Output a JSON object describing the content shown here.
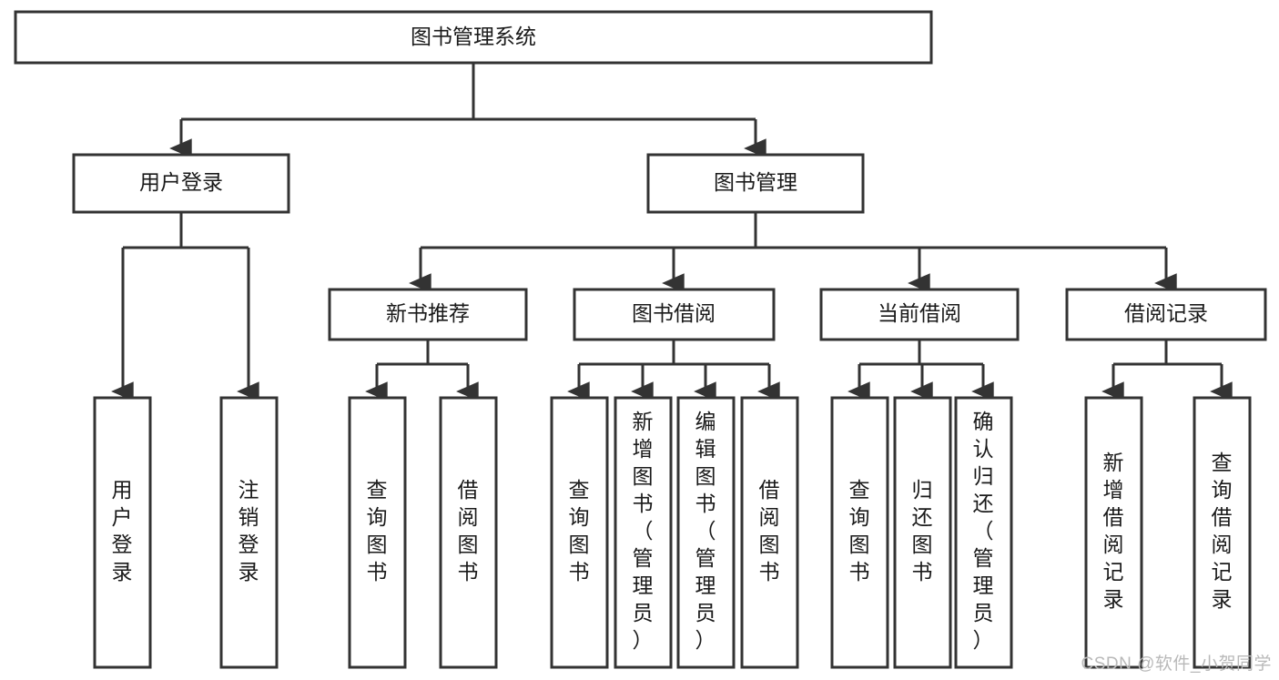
{
  "diagram": {
    "type": "tree-hierarchy",
    "title": "图书管理系统",
    "orientation": "top-down",
    "colors": {
      "stroke": "#333333",
      "fill": "#ffffff",
      "text": "#1a1a1a",
      "watermark": "#b9b9b9"
    },
    "root": {
      "id": "root",
      "label": "图书管理系统"
    },
    "level2": [
      {
        "id": "user-login",
        "label": "用户登录"
      },
      {
        "id": "book-manage",
        "label": "图书管理"
      }
    ],
    "level3": [
      {
        "id": "new-book-recommend",
        "label": "新书推荐",
        "parent": "book-manage"
      },
      {
        "id": "book-borrow",
        "label": "图书借阅",
        "parent": "book-manage"
      },
      {
        "id": "current-borrow",
        "label": "当前借阅",
        "parent": "book-manage"
      },
      {
        "id": "borrow-record",
        "label": "借阅记录",
        "parent": "book-manage"
      }
    ],
    "leaves": [
      {
        "id": "leaf-user-login",
        "label": "用户登录",
        "parent": "user-login"
      },
      {
        "id": "leaf-logout-login",
        "label": "注销登录",
        "parent": "user-login"
      },
      {
        "id": "leaf-query-book-1",
        "label": "查询图书",
        "parent": "new-book-recommend"
      },
      {
        "id": "leaf-borrow-book-1",
        "label": "借阅图书",
        "parent": "new-book-recommend"
      },
      {
        "id": "leaf-query-book-2",
        "label": "查询图书",
        "parent": "book-borrow"
      },
      {
        "id": "leaf-add-book",
        "label": "新增图书（管理员）",
        "parent": "book-borrow"
      },
      {
        "id": "leaf-edit-book",
        "label": "编辑图书（管理员）",
        "parent": "book-borrow"
      },
      {
        "id": "leaf-borrow-book-2",
        "label": "借阅图书",
        "parent": "book-borrow"
      },
      {
        "id": "leaf-query-book-3",
        "label": "查询图书",
        "parent": "current-borrow"
      },
      {
        "id": "leaf-return-book",
        "label": "归还图书",
        "parent": "current-borrow"
      },
      {
        "id": "leaf-confirm-return",
        "label": "确认归还（管理员）",
        "parent": "current-borrow"
      },
      {
        "id": "leaf-add-record",
        "label": "新增借阅记录",
        "parent": "borrow-record"
      },
      {
        "id": "leaf-query-record",
        "label": "查询借阅记录",
        "parent": "borrow-record"
      }
    ],
    "watermark": "CSDN @软件_小贺同学"
  }
}
